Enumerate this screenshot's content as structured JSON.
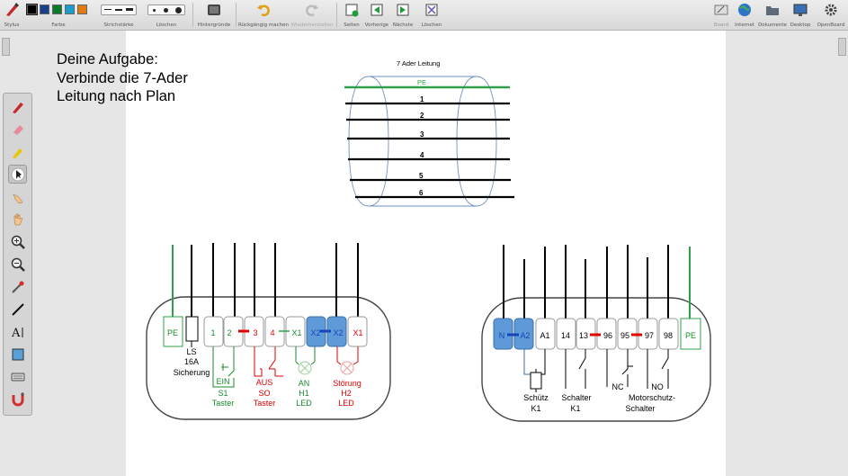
{
  "toolbar": {
    "stylus": "Stylus",
    "color": "Farbe",
    "stroke": "Strichstärke",
    "erase": "Löschen",
    "backgrounds": "Hintergründe",
    "undo": "Rückgängig machen",
    "redo": "Wiederherstellen",
    "pages": "Seiten",
    "previous": "Vorherige",
    "next": "Nächste",
    "delete": "Löschen",
    "board": "Board",
    "internet": "Internet",
    "documents": "Dokumente",
    "desktop": "Desktop",
    "openboard": "OpenBoard",
    "colors": [
      "#000000",
      "#1a3f8c",
      "#0b7a2a",
      "#1a9dc9",
      "#e07a12"
    ]
  },
  "task": {
    "line1": "Deine Aufgabe:",
    "line2": "Verbinde die 7-Ader",
    "line3": "Leitung nach Plan"
  },
  "cable": {
    "title": "7 Ader Leitung",
    "wires": [
      "PE",
      "1",
      "2",
      "3",
      "4",
      "5",
      "6"
    ]
  },
  "left_panel": {
    "terminals": [
      "PE",
      "",
      "1",
      "2",
      "3",
      "4",
      "X1",
      "X2",
      "X2",
      "X1"
    ],
    "labels": {
      "ls": "LS",
      "ls_rating": "16A",
      "ls_name": "Sicherung",
      "ein": "EIN",
      "s1": "S1",
      "s1_type": "Taster",
      "aus": "AUS",
      "so": "SO",
      "so_type": "Taster",
      "an": "AN",
      "h1": "H1",
      "h1_type": "LED",
      "stoerung": "Störung",
      "h2": "H2",
      "h2_type": "LED"
    }
  },
  "right_panel": {
    "terminals": [
      "N",
      "A2",
      "A1",
      "14",
      "13",
      "96",
      "95",
      "97",
      "98",
      "PE"
    ],
    "labels": {
      "schuetz": "Schütz",
      "k1a": "K1",
      "schalter": "Schalter",
      "k1b": "K1",
      "nc": "NC",
      "no": "NO",
      "motor1": "Motorschutz-",
      "motor2": "Schalter"
    }
  }
}
